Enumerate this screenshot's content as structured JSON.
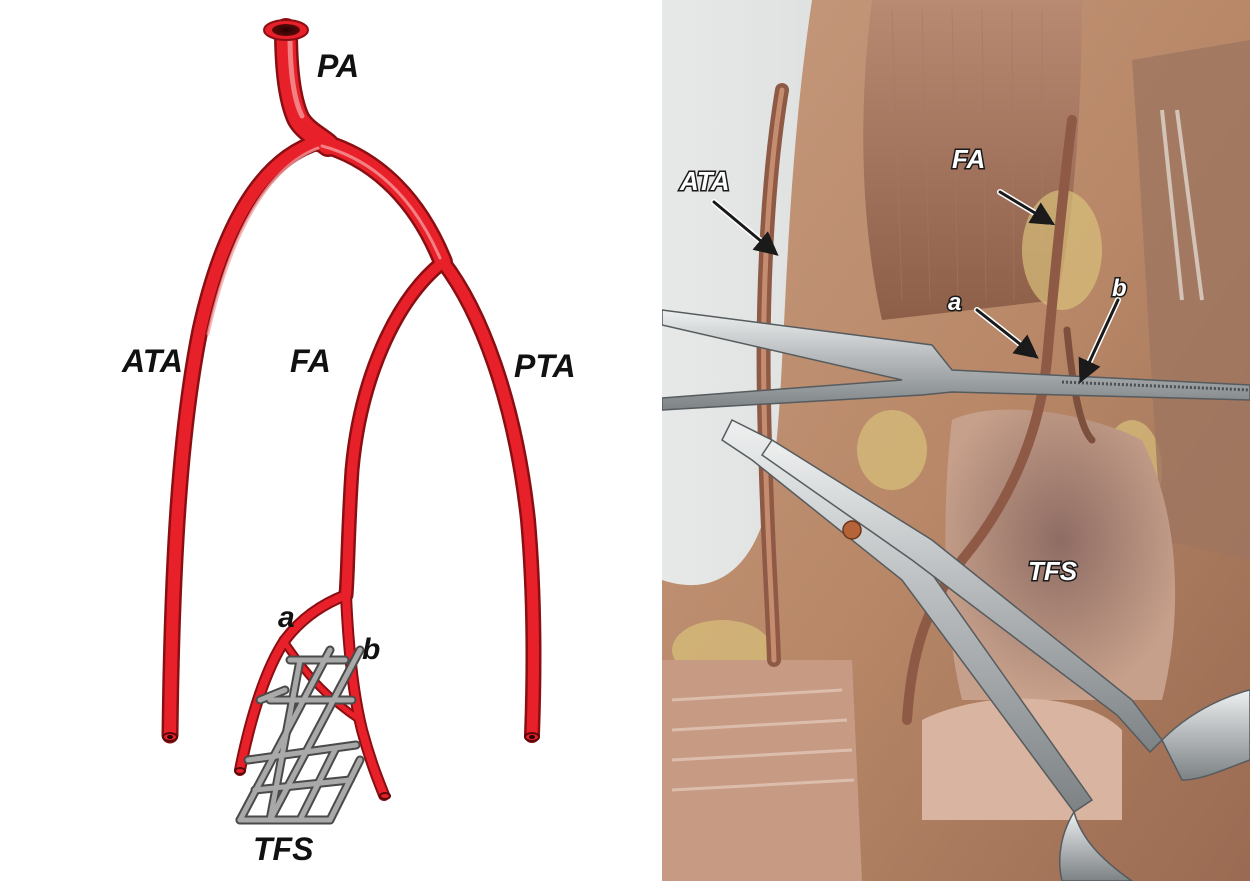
{
  "diagram": {
    "labels": {
      "pa": "PA",
      "ata": "ATA",
      "fa": "FA",
      "pta": "PTA",
      "a": "a",
      "b": "b",
      "tfs": "TFS"
    }
  },
  "photo": {
    "labels": {
      "ata": "ATA",
      "fa": "FA",
      "a": "a",
      "b": "b",
      "tfs": "TFS"
    }
  },
  "colors": {
    "artery": "#e8202a",
    "artery_outline": "#8a0e12",
    "artery_highlight": "#f7a0a0",
    "graft": "#a9a9a9",
    "graft_outline": "#4a4a4a"
  }
}
